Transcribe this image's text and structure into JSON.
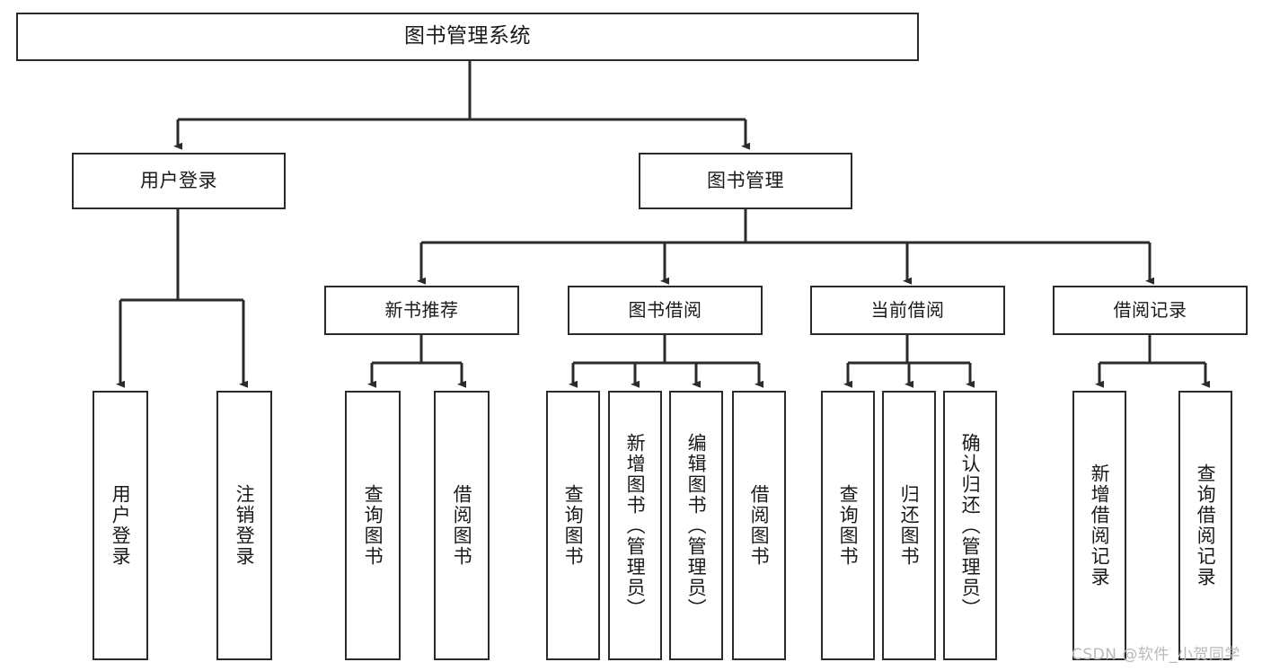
{
  "diagram": {
    "type": "tree-hierarchy",
    "title": "图书管理系统",
    "line_color": "#2b2b2b",
    "box_fill": "#ffffff",
    "text_color": "#1a1a1a",
    "root": {
      "label": "图书管理系统"
    },
    "level2": [
      {
        "label": "用户登录"
      },
      {
        "label": "图书管理"
      }
    ],
    "level3": [
      {
        "label": "新书推荐"
      },
      {
        "label": "图书借阅"
      },
      {
        "label": "当前借阅"
      },
      {
        "label": "借阅记录"
      }
    ],
    "leaves": {
      "user_login": [
        {
          "label": "用户登录"
        },
        {
          "label": "注销登录"
        }
      ],
      "new_book_recommend": [
        {
          "label": "查询图书"
        },
        {
          "label": "借阅图书"
        }
      ],
      "book_borrow": [
        {
          "label": "查询图书"
        },
        {
          "label": "新增图书（管理员）"
        },
        {
          "label": "编辑图书（管理员）"
        },
        {
          "label": "借阅图书"
        }
      ],
      "current_borrow": [
        {
          "label": "查询图书"
        },
        {
          "label": "归还图书"
        },
        {
          "label": "确认归还（管理员）"
        }
      ],
      "borrow_record": [
        {
          "label": "新增借阅记录"
        },
        {
          "label": "查询借阅记录"
        }
      ]
    }
  },
  "watermark": {
    "text": "CSDN @软件_小贺同学"
  }
}
